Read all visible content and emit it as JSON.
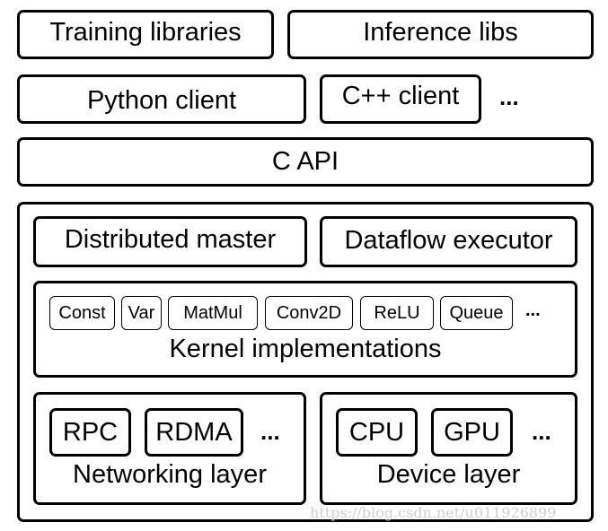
{
  "top_row": {
    "training": "Training libraries",
    "inference": "Inference libs"
  },
  "client_row": {
    "python": "Python client",
    "cpp": "C++ client",
    "more": "..."
  },
  "c_api": "C API",
  "runtime": {
    "distributed_master": "Distributed master",
    "dataflow_executor": "Dataflow executor",
    "kernels": {
      "ops": [
        "Const",
        "Var",
        "MatMul",
        "Conv2D",
        "ReLU",
        "Queue"
      ],
      "more": "...",
      "label": "Kernel implementations"
    },
    "networking": {
      "items": [
        "RPC",
        "RDMA"
      ],
      "more": "...",
      "label": "Networking layer"
    },
    "device": {
      "items": [
        "CPU",
        "GPU"
      ],
      "more": "...",
      "label": "Device layer"
    }
  },
  "watermark": "https://blog.csdn.net/u011926899"
}
